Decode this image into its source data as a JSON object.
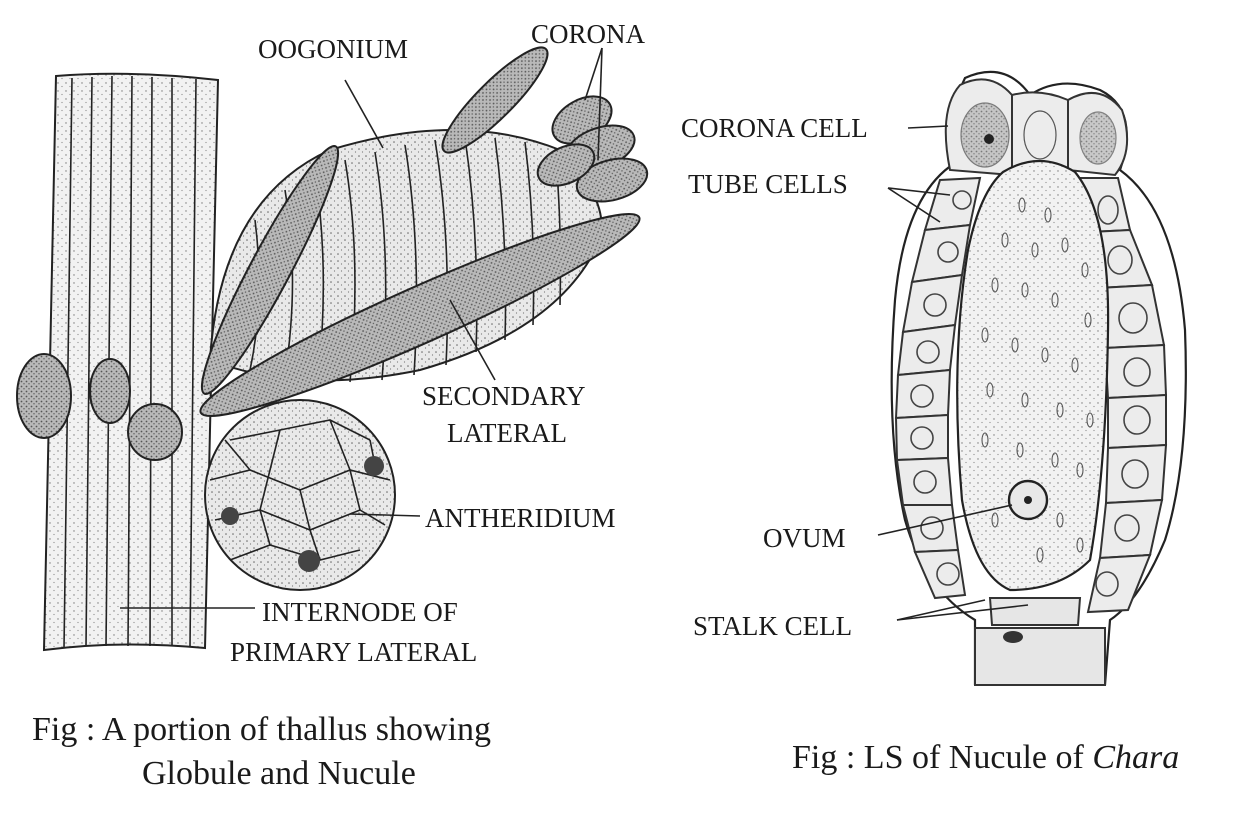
{
  "left_figure": {
    "labels": {
      "oogonium": "OOGONIUM",
      "corona": "CORONA",
      "secondary_lateral_1": "SECONDARY",
      "secondary_lateral_2": "LATERAL",
      "antheridium": "ANTHERIDIUM",
      "internode_1": "INTERNODE OF",
      "internode_2": "PRIMARY LATERAL"
    },
    "caption_line1": "Fig : A portion of thallus showing",
    "caption_line2": "Globule and Nucule"
  },
  "right_figure": {
    "labels": {
      "corona_cell": "CORONA CELL",
      "tube_cells": "TUBE CELLS",
      "ovum": "OVUM",
      "stalk_cell": "STALK CELL"
    },
    "caption_prefix": "Fig : LS of Nucule of ",
    "caption_italic": "Chara"
  },
  "colors": {
    "ink": "#1a1a1a",
    "fill_light": "#e8e8e8",
    "fill_mid": "#bdbdbd",
    "fill_dark": "#9a9a9a"
  }
}
